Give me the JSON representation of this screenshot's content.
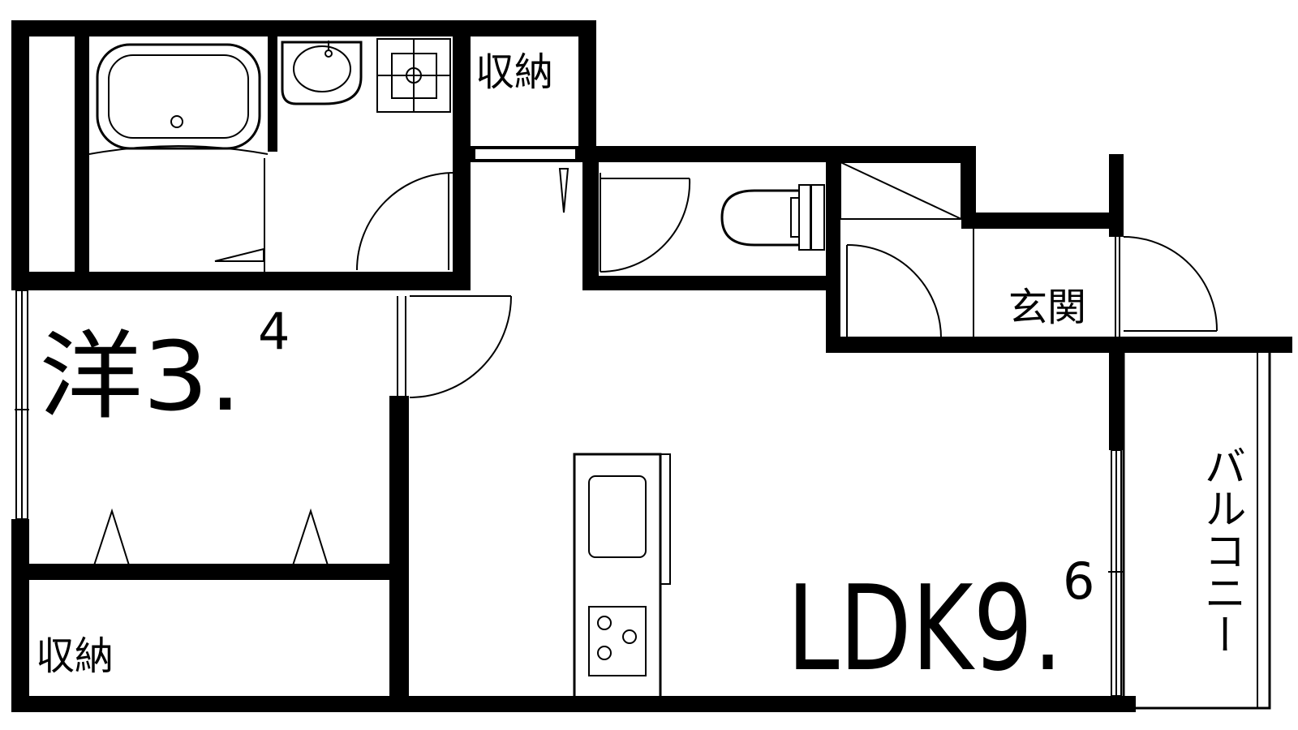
{
  "rooms": {
    "western": {
      "label": "洋3.",
      "area_superscript": "4"
    },
    "ldk": {
      "label": "LDK9.",
      "area_superscript": "6"
    },
    "storage_top": {
      "label": "収納"
    },
    "storage_bottom": {
      "label": "収納"
    },
    "entrance": {
      "label": "玄関"
    },
    "balcony": {
      "label": "バルコニー"
    }
  }
}
